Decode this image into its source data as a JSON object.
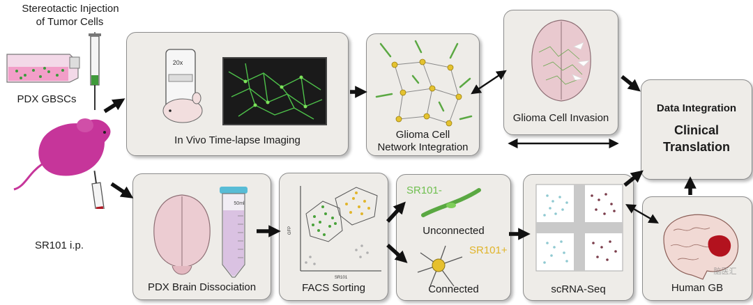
{
  "left": {
    "injection_title_line1": "Stereotactic Injection",
    "injection_title_line2": "of Tumor Cells",
    "pdx_gbscs": "PDX GBSCs",
    "sr101_ip": "SR101 i.p."
  },
  "top_row": {
    "imaging": "In Vivo Time-lapse Imaging",
    "microscope_mag": "20x",
    "network_line1": "Glioma Cell",
    "network_line2": "Network Integration",
    "invasion": "Glioma Cell Invasion"
  },
  "bottom_row": {
    "dissociation": "PDX Brain Dissociation",
    "tube_volume": "50ml",
    "facs": "FACS Sorting",
    "facs_xlabel": "SR101",
    "facs_ylabel": "GFP",
    "sr101_neg": "SR101-",
    "unconnected": "Unconnected",
    "sr101_pos": "SR101+",
    "connected": "Connected",
    "scrnaseq": "scRNA-Seq",
    "human_gb": "Human GB",
    "watermark": "脑医汇"
  },
  "right": {
    "data_integration": "Data Integration",
    "clinical_line1": "Clinical",
    "clinical_line2": "Translation"
  },
  "colors": {
    "box_fill": "#eeece8",
    "box_stroke": "#8c8c8c",
    "neuron_green": "#5aa842",
    "neuron_yellow": "#e6c02e",
    "mouse_magenta": "#c6359a",
    "tumor_red": "#b3121e",
    "arrow": "#111111"
  },
  "icons": [
    "syringe-icon",
    "culture-flask-icon",
    "mouse-icon",
    "microscope-icon",
    "monitor-icon",
    "neuron-network-icon",
    "brain-icon",
    "tube-icon",
    "scatter-plot-icon",
    "neuron-icon",
    "human-brain-icon"
  ]
}
